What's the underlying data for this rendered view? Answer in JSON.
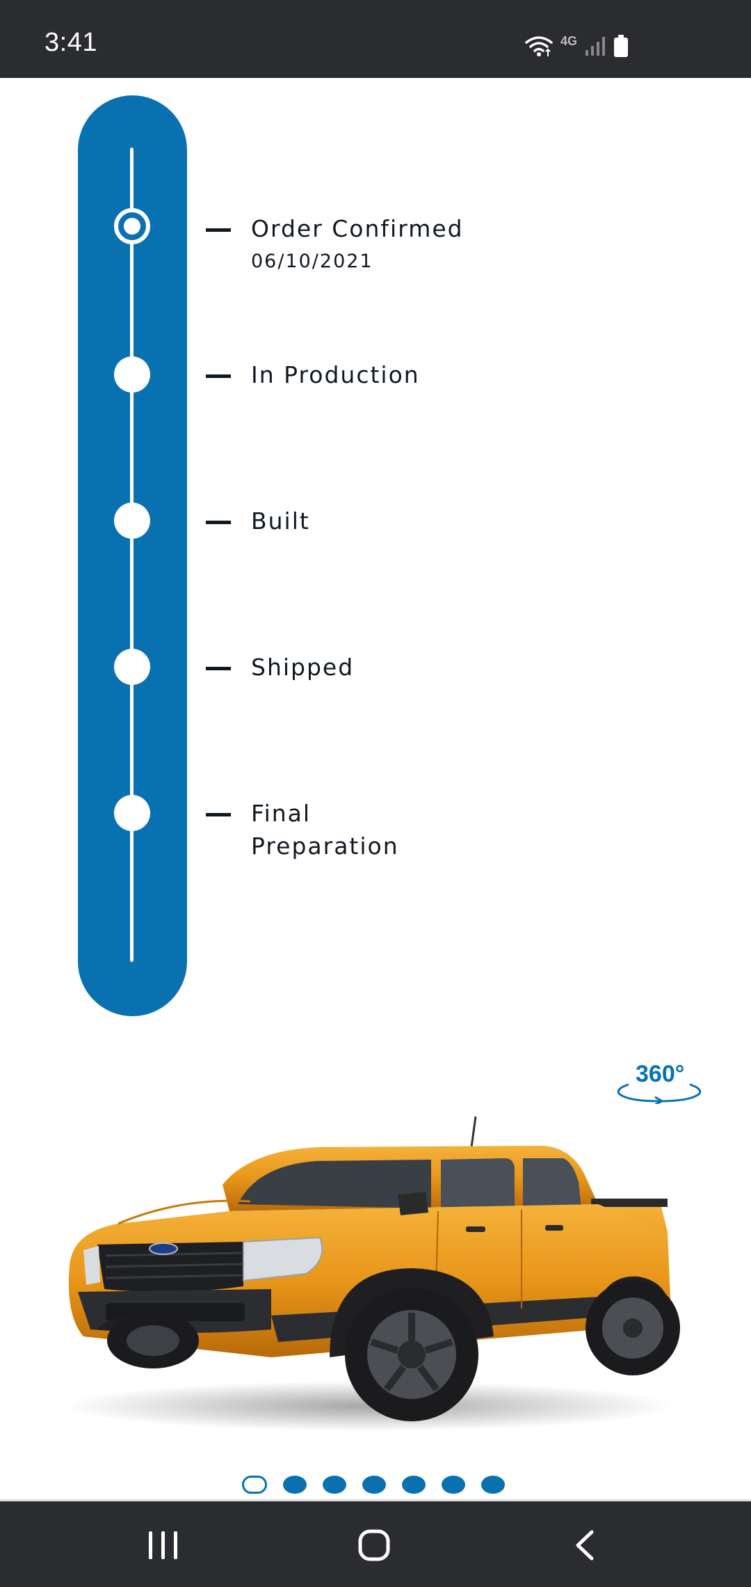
{
  "status_bar": {
    "time": "3:41",
    "network_label": "4G",
    "icons": [
      "wifi-icon",
      "signal-icon",
      "battery-icon"
    ]
  },
  "tracker": {
    "steps": [
      {
        "label": "Order Confirmed",
        "date": "06/10/2021",
        "state": "current"
      },
      {
        "label": "In Production",
        "date": "",
        "state": "pending"
      },
      {
        "label": "Built",
        "date": "",
        "state": "pending"
      },
      {
        "label": "Shipped",
        "date": "",
        "state": "pending"
      },
      {
        "label": "Final\nPreparation",
        "date": "",
        "state": "pending"
      }
    ]
  },
  "vehicle": {
    "badge_label": "360°",
    "color": "#e8961a"
  },
  "pager": {
    "count": 7,
    "active_index": 0
  },
  "nav_bar": {
    "buttons": [
      "recents-icon",
      "home-icon",
      "back-icon"
    ]
  },
  "colors": {
    "brand_blue": "#0a71b1",
    "status_bar": "#2b2c30",
    "text": "#101820"
  }
}
